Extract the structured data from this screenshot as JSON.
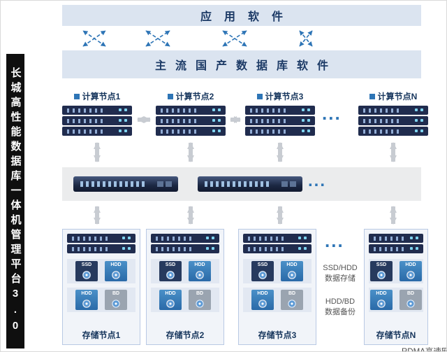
{
  "sidebar": {
    "title": "长城高性能数据库一体机管理平台3.0"
  },
  "banners": {
    "app": "应用软件",
    "db": "主流国产数据库软件"
  },
  "compute": {
    "nodes": [
      {
        "label": "计算节点1"
      },
      {
        "label": "计算节点2"
      },
      {
        "label": "计算节点3"
      },
      {
        "label": "计算节点N"
      }
    ],
    "ellipsis": "..."
  },
  "network": {
    "label": "RDMA高速网络",
    "ellipsis": "..."
  },
  "storage": {
    "nodes": [
      {
        "label": "存储节点1"
      },
      {
        "label": "存储节点2"
      },
      {
        "label": "存储节点3"
      },
      {
        "label": "存储节点N"
      }
    ],
    "ellipsis": "...",
    "disk_row1": [
      "SSD",
      "HDD"
    ],
    "disk_row2": [
      "HDD",
      "BD"
    ],
    "annotations": {
      "row1_line1": "SSD/HDD",
      "row1_line2": "数据存储",
      "row2_line1": "HDD/BD",
      "row2_line2": "数据备份"
    }
  },
  "colors": {
    "accent_blue": "#2e75b6",
    "banner_bg": "#dbe4f0",
    "navy_text": "#1c3a66",
    "arrow_grey": "#c8ccd2",
    "sidebar_bg": "#0f0f0f"
  }
}
